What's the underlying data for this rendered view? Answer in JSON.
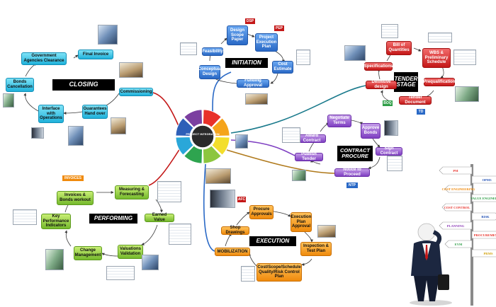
{
  "center": {
    "hub_label": "PROJECT INTEGRATION",
    "segment_colors": [
      "#e8312a",
      "#f5a41b",
      "#f3de2c",
      "#8cc63e",
      "#2ea44f",
      "#2aa7d9",
      "#2e5fb8",
      "#7b3fa0"
    ]
  },
  "initiation": {
    "banner": "INITIATION",
    "nodes": [
      "Design Scope Paper",
      "Project Execution Plan",
      "Cost Estimate",
      "Funding Approval",
      "Conceptual Design",
      "Feasibility"
    ],
    "tags": [
      "DSP",
      "PEP"
    ]
  },
  "tender": {
    "banner": "TENDER STAGE",
    "nodes": [
      "Bill of Quantities",
      "WBS & Preliminary Schedule",
      "Prequalification",
      "Tender Document",
      "Definitive design",
      "Specifications"
    ],
    "tags": [
      "BOQ",
      "TD"
    ]
  },
  "contract": {
    "banner": "CONTRACT PROCURE",
    "nodes": [
      "Negotiate Terms",
      "Approve Bonds",
      "Sign Contract",
      "Notice to Proceed",
      "Publish Tender",
      "Award Contract"
    ],
    "tags": [
      "NTP"
    ]
  },
  "execution": {
    "banner": "EXECUTION",
    "nodes": [
      "Procure Approvals",
      "Execution Plan Approval",
      "Inspection & Test Plan",
      "Cost/Scope/Schedule Quality/Risk Control Plan",
      "MOBILIZATION",
      "Shop Drawings"
    ],
    "tags": [
      "AFC"
    ]
  },
  "performing": {
    "banner": "PERFORMING",
    "nodes": [
      "Measuring & Forecasting",
      "Earned Value",
      "Valuations Validation",
      "Change Management",
      "Key Performance Indicators",
      "Invoices & Bonds workout"
    ],
    "tags": [
      "INVOICES"
    ]
  },
  "closing": {
    "banner": "CLOSING",
    "nodes": [
      "Final Invoice",
      "Government Agencies Clearance",
      "Bonds Cancellation",
      "Interface with Operations",
      "Guarantees Hand over",
      "Commissioning"
    ]
  },
  "signpost": {
    "boards": [
      "PM",
      "OPM3",
      "COST ENGINEERING",
      "VALUE ENGINEERING",
      "COST CONTROL",
      "RISK",
      "PLANNING",
      "PROCUREMENT",
      "EVM",
      "PRMS"
    ],
    "colors": [
      "#e8312a",
      "#1f4fb5",
      "#f08a0c",
      "#2e9e47",
      "#e8312a",
      "#1f4fb5",
      "#8e3fb8",
      "#e8312a",
      "#2e9e47",
      "#d1a20a"
    ]
  },
  "colors": {
    "initiation": "#2a69c6",
    "tender": "#c41818",
    "contract": "#7f40c2",
    "execution": "#ef8a0c",
    "performing": "#75b92c",
    "closing": "#1fb1da"
  }
}
